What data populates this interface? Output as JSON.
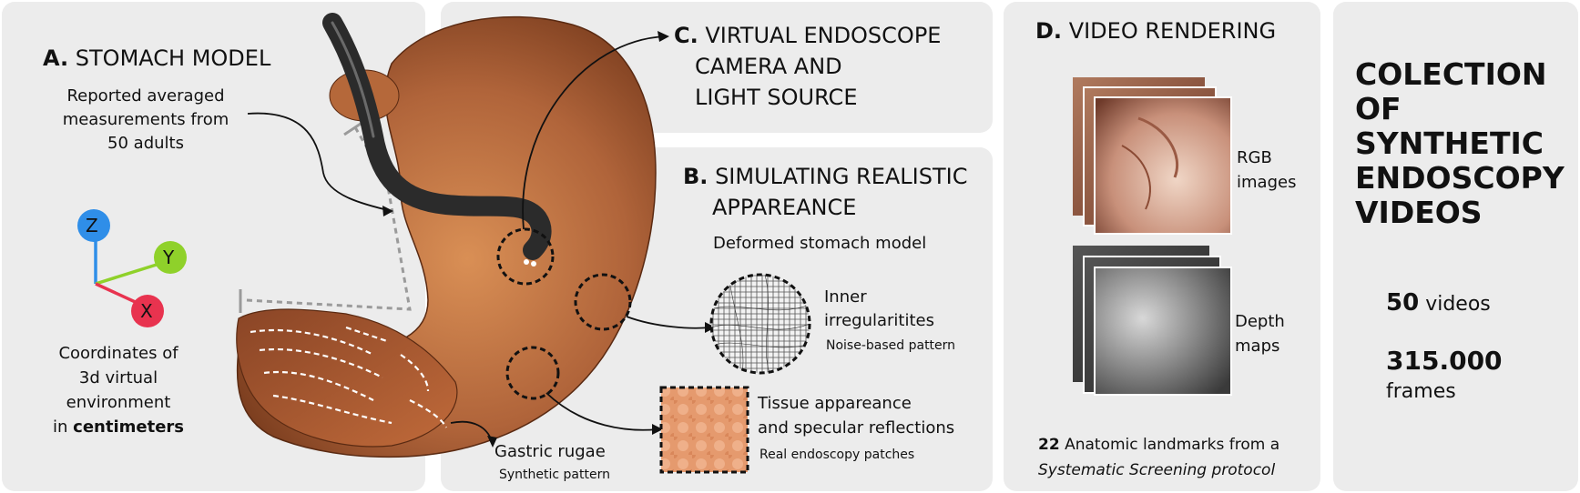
{
  "colors": {
    "panel_bg": "#ececec",
    "tissue": "#a8582f",
    "tissue_light": "#d48850",
    "endoscope": "#2b2b2b",
    "axis_z": "#2f8ee8",
    "axis_y": "#8fd12a",
    "axis_x": "#e8334f"
  },
  "panel_a": {
    "title_letter": "A.",
    "title": "STOMACH MODEL",
    "desc_lines": [
      "Reported averaged",
      "measurements from",
      "50 adults"
    ],
    "axes": {
      "z": "Z",
      "y": "Y",
      "x": "X"
    },
    "coord_lines": [
      "Coordinates of",
      "3d virtual",
      "environment"
    ],
    "coord_prefix": "in",
    "coord_bold": "centimeters",
    "rugae_title": "Gastric rugae",
    "rugae_sub": "Synthetic pattern"
  },
  "panel_c": {
    "letter": "C.",
    "lines": [
      "VIRTUAL ENDOSCOPE",
      "CAMERA AND",
      "LIGHT SOURCE"
    ]
  },
  "panel_b": {
    "letter": "B.",
    "lines": [
      "SIMULATING REALISTIC",
      "APPAREANCE"
    ],
    "subtitle": "Deformed stomach model",
    "inner_lines": [
      "Inner",
      "irregularitites"
    ],
    "inner_sub": "Noise-based pattern",
    "tissue_lines": [
      "Tissue appareance",
      "and specular reflections"
    ],
    "tissue_sub": "Real endoscopy patches"
  },
  "panel_d": {
    "letter": "D.",
    "title": "VIDEO RENDERING",
    "rgb_lines": [
      "RGB",
      "images"
    ],
    "depth_lines": [
      "Depth",
      "maps"
    ],
    "landmarks_num": "22",
    "landmarks_text": "Anatomic landmarks from a",
    "landmarks_italic": "Systematic Screening protocol"
  },
  "panel_e": {
    "title_lines": [
      "COLECTION",
      "OF",
      "SYNTHETIC",
      "ENDOSCOPY",
      "VIDEOS"
    ],
    "videos_num": "50",
    "videos_label": "videos",
    "frames_num": "315.000",
    "frames_label": "frames"
  }
}
